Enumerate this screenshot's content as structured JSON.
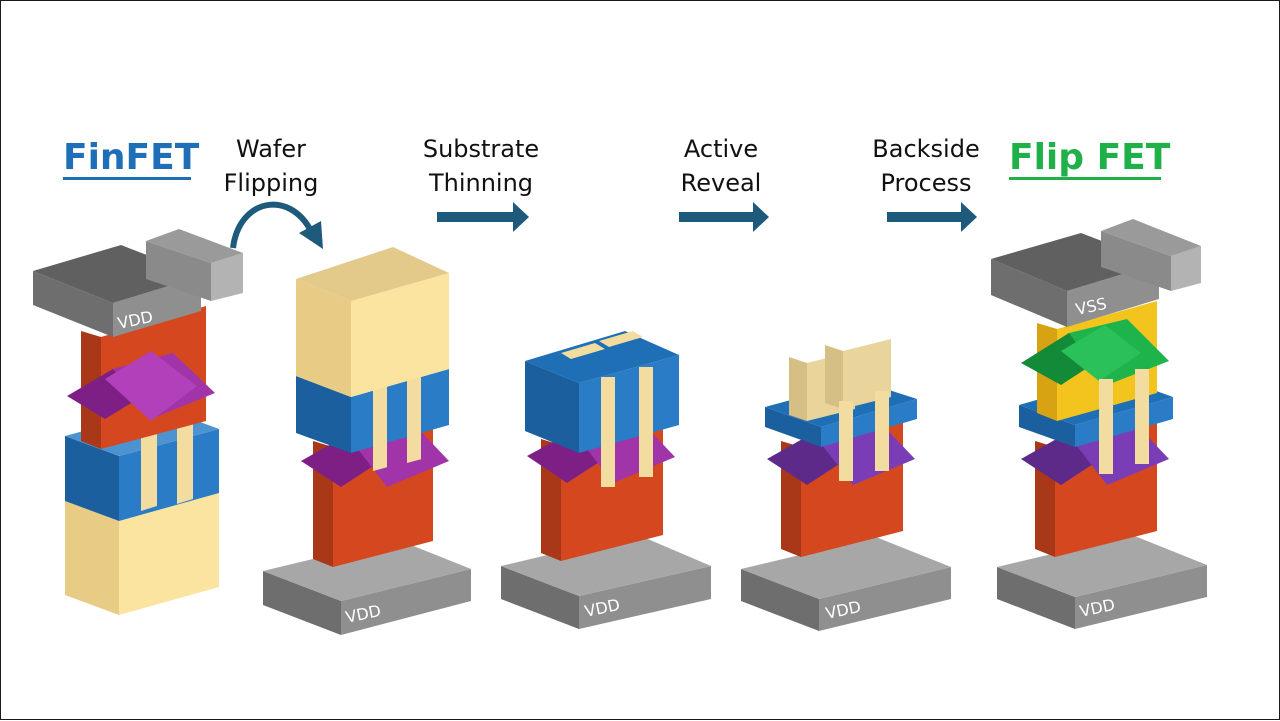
{
  "titles": {
    "left": "FinFET",
    "right": "Flip FET"
  },
  "steps": [
    {
      "line1": "Wafer",
      "line2": "Flipping"
    },
    {
      "line1": "Substrate",
      "line2": "Thinning"
    },
    {
      "line1": "Active",
      "line2": "Reveal"
    },
    {
      "line1": "Backside",
      "line2": "Process"
    }
  ],
  "tags": {
    "vdd": "VDD",
    "vss": "VSS"
  },
  "colors": {
    "finfet_title": "#1f6fb8",
    "flipfet_title": "#1fb04a",
    "arrow": "#1e5a7c",
    "substrate": "#fbe3a0",
    "sti_blue": "#1e6fb5",
    "channel_red": "#d5481f",
    "gate_purple": "#a034a8",
    "gate_purple_alt": "#7b3db6",
    "gate_green": "#1fb34c",
    "gate_yellow": "#f4c41e",
    "rail_gray": "#8f8f8f",
    "fin": "#f3dca0"
  }
}
